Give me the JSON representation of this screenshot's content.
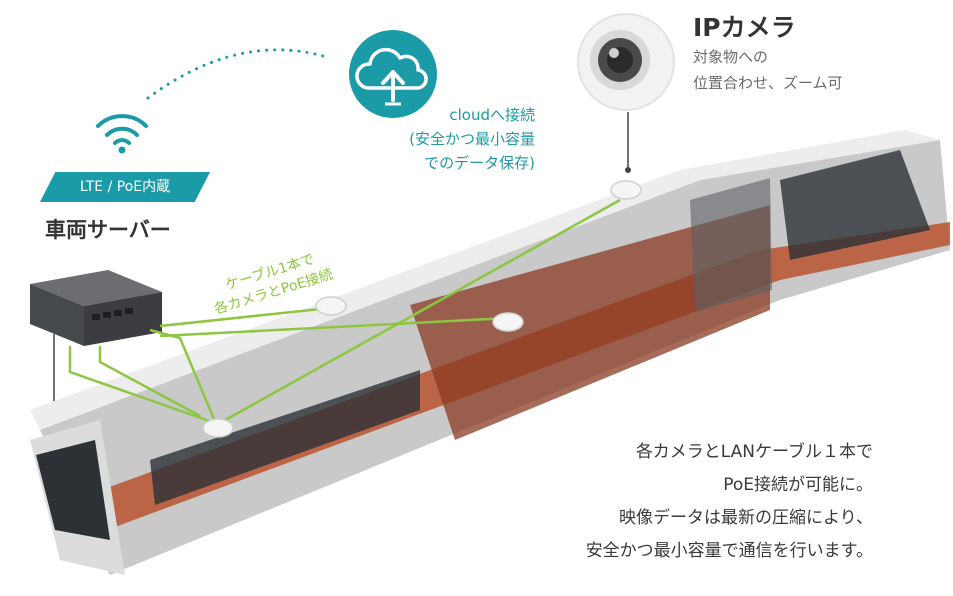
{
  "camera": {
    "title": "IPカメラ",
    "desc_lines": [
      "対象物への",
      "位置合わせ、ズーム可"
    ]
  },
  "cloud": {
    "lines": [
      "cloudへ接続",
      "(安全かつ最小容量",
      "でのデータ保存)"
    ]
  },
  "server": {
    "badge": "LTE / PoE内蔵",
    "title": "車両サーバー"
  },
  "cable": {
    "lines": [
      "ケーブル1本で",
      "各カメラとPoE接続"
    ]
  },
  "description": {
    "lines": [
      "各カメラとLANケーブル１本で",
      "PoE接続が可能に。",
      "映像データは最新の圧縮により、",
      "安全かつ最小容量で通信を行います。"
    ]
  },
  "colors": {
    "accent_teal": "#1b9aa8",
    "cable_green": "#8dc641",
    "train_red": "#b9542f",
    "train_grey": "#c9c9c9"
  },
  "icons": [
    "wifi-icon",
    "cloud-upload-icon",
    "ip-camera-icon",
    "dome-camera-icon",
    "vehicle-server-icon"
  ]
}
